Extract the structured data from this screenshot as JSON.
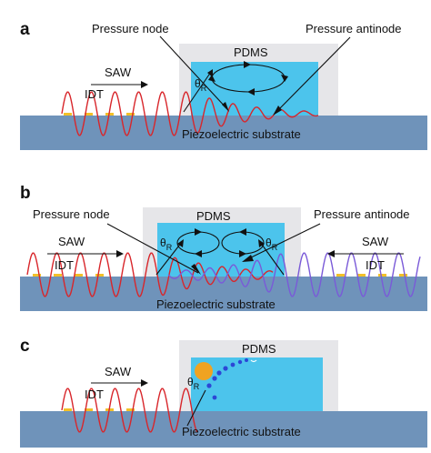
{
  "panels": [
    {
      "label": "a",
      "pressure_node": "Pressure node",
      "pressure_antinode": "Pressure antinode",
      "pdms": "PDMS",
      "saw": "SAW",
      "idt": "IDT",
      "theta": "θ",
      "theta_sub": "R",
      "substrate": "Piezoelectric substrate"
    },
    {
      "label": "b",
      "pressure_node": "Pressure node",
      "pressure_antinode": "Pressure antinode",
      "pdms": "PDMS",
      "saw_left": "SAW",
      "idt_left": "IDT",
      "saw_right": "SAW",
      "idt_right": "IDT",
      "theta": "θ",
      "theta_sub": "R",
      "substrate": "Piezoelectric substrate"
    },
    {
      "label": "c",
      "pdms": "PDMS",
      "saw": "SAW",
      "idt": "IDT",
      "theta": "θ",
      "theta_sub": "R",
      "substrate": "Piezoelectric substrate"
    }
  ],
  "colors": {
    "substrate": "#6f93ba",
    "pdms_housing": "#e6e6e9",
    "fluid": "#4cc4ec",
    "wave_red": "#d8262b",
    "wave_purple": "#7a5ad8",
    "idt": "#f2c029",
    "particle": "#f0a321",
    "droplet": "#2c47d6"
  }
}
